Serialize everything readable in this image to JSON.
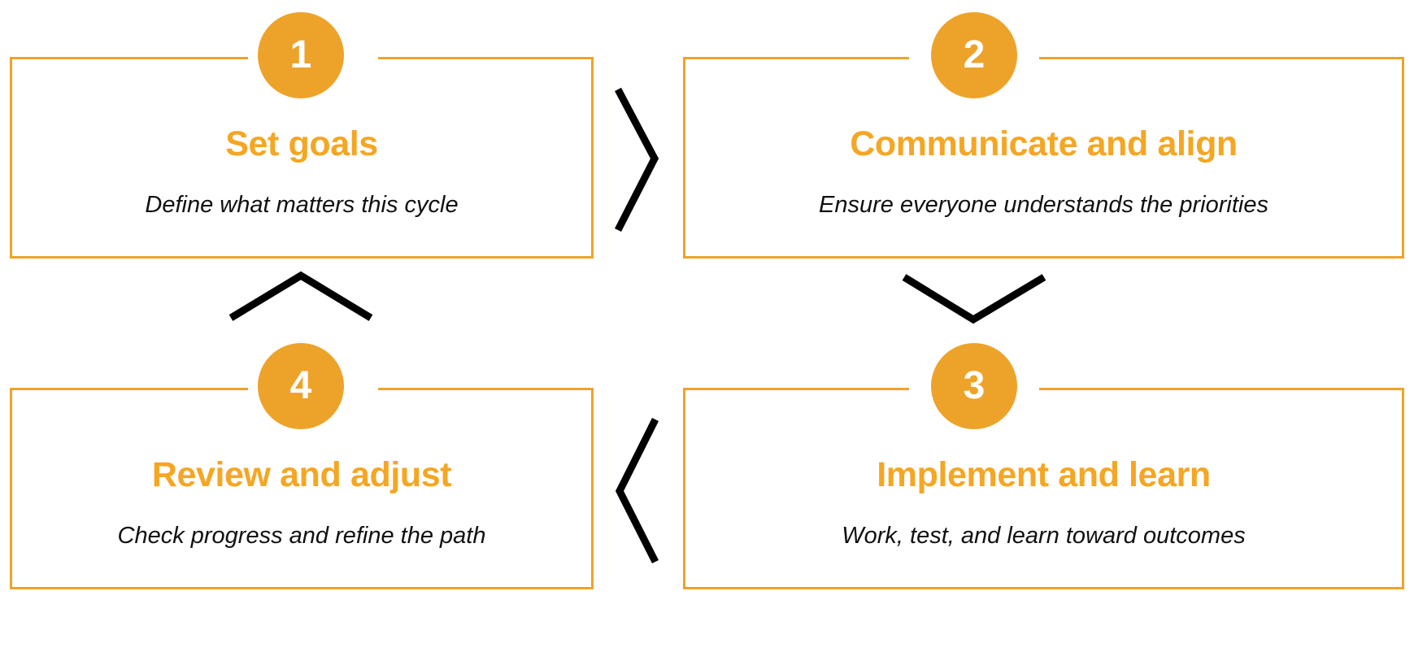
{
  "diagram": {
    "title_color": "#f5a623",
    "border_color": "#eda32a",
    "badge_color": "#eda32a",
    "connector_color": "#000000",
    "background": "#ffffff",
    "steps": [
      {
        "number": "1",
        "title": "Set goals",
        "description": "Define what matters this cycle",
        "position": "top-left"
      },
      {
        "number": "2",
        "title": "Communicate and align",
        "description": "Ensure everyone understands the priorities",
        "position": "top-right"
      },
      {
        "number": "3",
        "title": "Implement and learn",
        "description": "Work, test, and learn toward outcomes",
        "position": "bottom-right"
      },
      {
        "number": "4",
        "title": "Review and adjust",
        "description": "Check progress and refine the path",
        "position": "bottom-left"
      }
    ],
    "connectors": [
      {
        "name": "chevron-right-step1-to-step2",
        "direction": "right"
      },
      {
        "name": "chevron-down-step2-to-step3",
        "direction": "down"
      },
      {
        "name": "chevron-left-step3-to-step4",
        "direction": "left"
      },
      {
        "name": "chevron-up-step4-to-step1",
        "direction": "up"
      }
    ]
  }
}
